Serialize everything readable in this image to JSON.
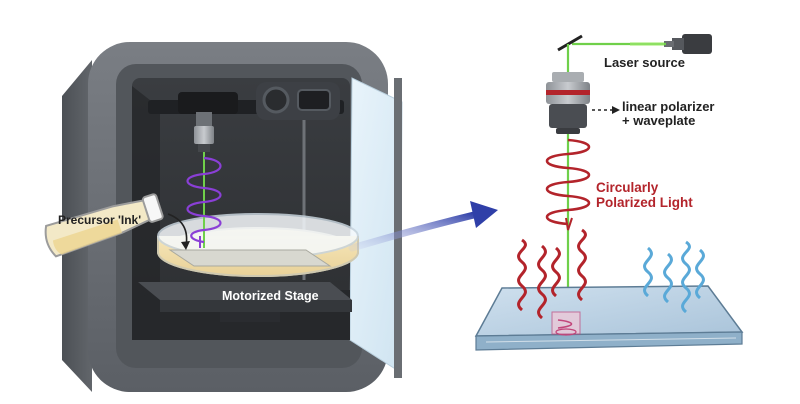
{
  "labels": {
    "laser_source": "Laser source",
    "polarizer_line1": "linear polarizer",
    "polarizer_line2": "+ waveplate",
    "cpl_line1": "Circularly",
    "cpl_line2": "Polarized Light",
    "precursor_ink": "Precursor 'Ink'",
    "motorized_stage": "Motorized Stage"
  },
  "colors": {
    "printer_body": "#666a70",
    "printer_frame": "#55595e",
    "laser_beam": "#6fd04a",
    "red_helix": "#b3242b",
    "blue_helix": "#5aa9d8",
    "purple_helix": "#8a3fd6",
    "flow_arrow": "#2f3fa8",
    "ink": "#f1dfae"
  },
  "icons": [
    "laser-icon",
    "mirror-icon",
    "objective-lens-icon",
    "flask-icon"
  ]
}
